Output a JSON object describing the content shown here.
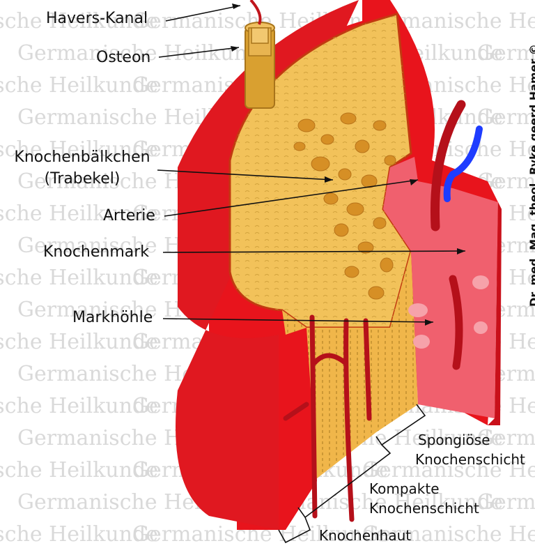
{
  "labels": {
    "havers_kanal": "Havers-Kanal",
    "osteon": "Osteon",
    "knochenbaelkchen": "Knochenbälkchen",
    "trabekel": "(Trabekel)",
    "arterie": "Arterie",
    "knochenmark": "Knochenmark",
    "markhoehle": "Markhöhle",
    "spongioese_line1": "Spongiöse",
    "spongioese_line2": "Knochenschicht",
    "kompakte_line1": "Kompakte",
    "kompakte_line2": "Knochenschicht",
    "knochenhaut": "Knochenhaut"
  },
  "copyright": "Dr. med. Mag. theol. Ryke geerd Hamer ©",
  "watermark": "Germanische Heilkunde",
  "colors": {
    "periosteum_red": "#e8141c",
    "dark_red": "#b5101a",
    "bone_yellow": "#f2c25a",
    "marrow_pink": "#f0606e",
    "vein_blue": "#1e3cff",
    "osteon_gold": "#d9a030"
  }
}
